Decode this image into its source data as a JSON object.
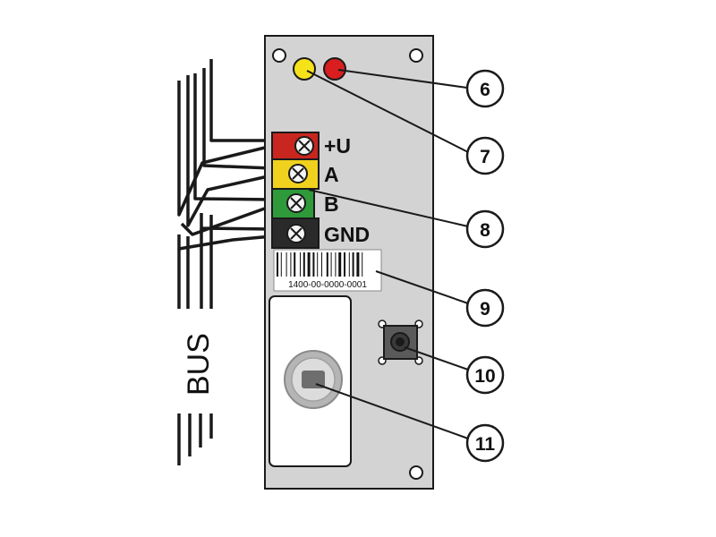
{
  "bus_label": "BUS",
  "serial_number": "1400-00-0000-0001",
  "terminals": [
    {
      "label": "+U",
      "color": "#c8261e"
    },
    {
      "label": "A",
      "color": "#f0d21e"
    },
    {
      "label": "B",
      "color": "#2e9a3a"
    },
    {
      "label": "GND",
      "color": "#2a2a2a"
    }
  ],
  "leds": [
    {
      "name": "yellow-led",
      "color": "#f5e21a"
    },
    {
      "name": "red-led",
      "color": "#d81e1e"
    }
  ],
  "callouts": [
    {
      "number": "6"
    },
    {
      "number": "7"
    },
    {
      "number": "8"
    },
    {
      "number": "9"
    },
    {
      "number": "10"
    },
    {
      "number": "11"
    }
  ],
  "colors": {
    "board": "#d3d3d3",
    "outline": "#1a1a1a",
    "wire": "#1a1a1a"
  }
}
